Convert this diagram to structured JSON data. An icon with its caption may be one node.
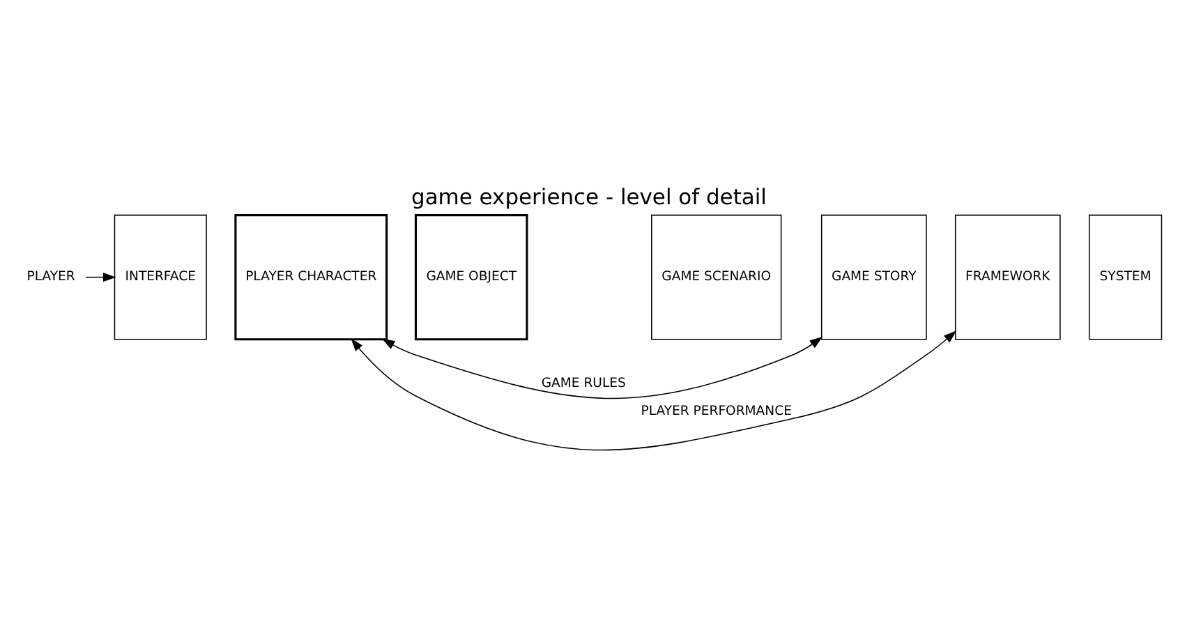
{
  "diagram": {
    "title": "game experience - level of detail",
    "nodes": [
      {
        "text": [
          "PLAYER"
        ]
      },
      {
        "text": [
          "INTERFACE"
        ]
      },
      {
        "text": [
          "PLAYER CHARACTER"
        ]
      },
      {
        "text": [
          "GAME OBJECT"
        ]
      },
      {
        "text": [
          "GAME SCENARIO"
        ]
      },
      {
        "text": [
          "GAME STORY"
        ]
      },
      {
        "text": [
          "FRAMEWORK"
        ]
      },
      {
        "text": [
          "SYSTEM"
        ]
      }
    ],
    "edges": [
      {
        "from": 0,
        "to": 1,
        "arrow": "to"
      },
      {
        "from": 2,
        "to": 6,
        "arrow": "both",
        "label": "PLAYER PERFORMANCE"
      },
      {
        "from": 2,
        "to": 5,
        "arrow": "both",
        "label": "GAME RULES"
      }
    ]
  }
}
